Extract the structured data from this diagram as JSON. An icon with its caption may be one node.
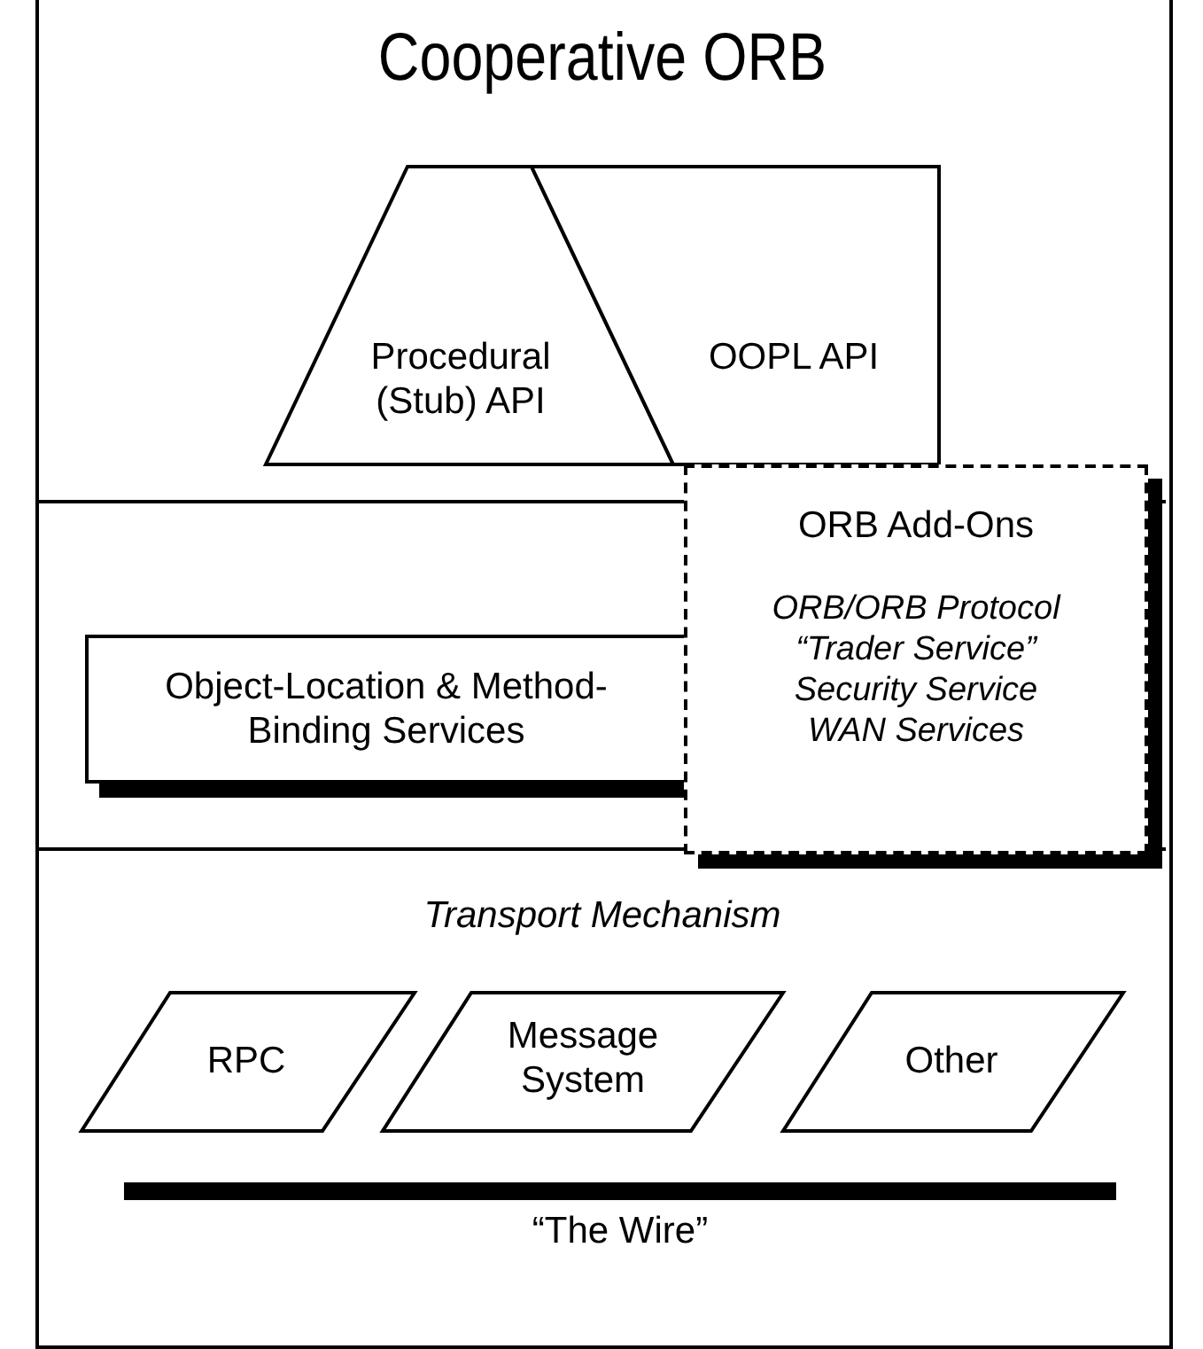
{
  "diagram": {
    "title": "Cooperative ORB",
    "nodes": [
      {
        "text": [
          "Procedural (Stub) API"
        ]
      },
      {
        "text": [
          "OOPL API"
        ]
      },
      {
        "text": [
          "Object-Location & Method-Binding Services"
        ]
      },
      {
        "text": [
          "ORB Add-Ons",
          "ORB/ORB Protocol “Trader Service” Security Service WAN Services"
        ]
      },
      {
        "text": [
          "RPC"
        ]
      },
      {
        "text": [
          "Message System"
        ]
      },
      {
        "text": [
          "Other"
        ]
      },
      {
        "text": [],
        "shape": "bar",
        "beside": [
          "“The Wire”"
        ]
      }
    ],
    "edges": [],
    "labels": [
      "Transport Mechanism"
    ]
  }
}
